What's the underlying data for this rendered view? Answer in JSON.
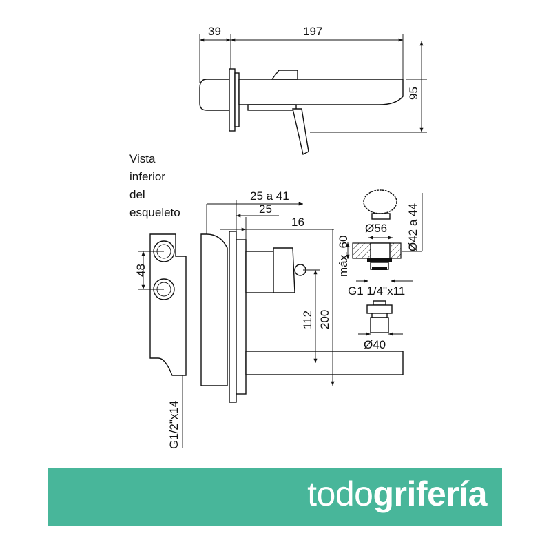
{
  "top_view": {
    "dim_left": "39",
    "dim_length": "197",
    "dim_height": "95"
  },
  "caption": {
    "line1": "Vista",
    "line2": "inferior",
    "line3": "del",
    "line4": "esqueleto"
  },
  "front_view": {
    "dim_wall_range": "25 a 41",
    "dim_25": "25",
    "dim_16": "16",
    "dim_48": "48",
    "dim_112": "112",
    "dim_200": "200",
    "thread_inlet": "G1/2\"x14"
  },
  "detail": {
    "dim_max": "máx. 60",
    "dim_56": "Ø56",
    "dim_42": "Ø42 a 44",
    "thread_drain": "G1 1/4\"x11",
    "dim_40": "Ø40"
  },
  "brand": {
    "part1": "todo",
    "part2": "grifería",
    "bg_color": "#48b69a"
  }
}
